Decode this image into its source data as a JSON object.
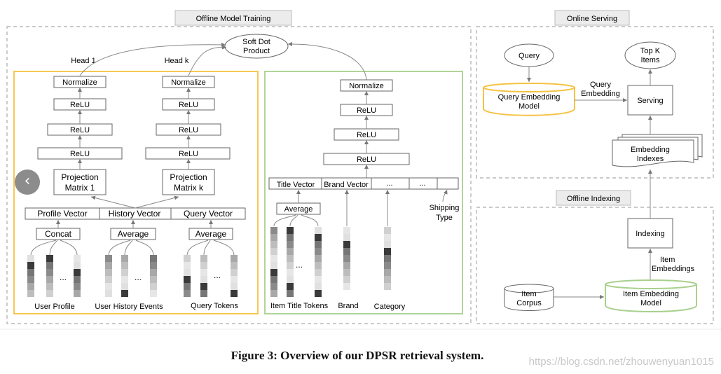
{
  "sections": {
    "offline_training": "Offline Model Training",
    "online_serving": "Online Serving",
    "offline_indexing": "Offline Indexing"
  },
  "top": {
    "soft_dot": [
      "Soft Dot",
      "Product"
    ],
    "head1": "Head 1",
    "headk": "Head k"
  },
  "query_tower": {
    "normalize": "Normalize",
    "relu": "ReLU",
    "proj1": [
      "Projection",
      "Matrix 1"
    ],
    "projk": [
      "Projection",
      "Matrix k"
    ],
    "profile_vector": "Profile Vector",
    "history_vector": "History Vector",
    "query_vector": "Query Vector",
    "concat": "Concat",
    "average": "Average",
    "ellipsis": "...",
    "user_profile": "User Profile",
    "user_history": "User History Events",
    "query_tokens": "Query Tokens"
  },
  "item_tower": {
    "normalize": "Normalize",
    "relu": "ReLU",
    "title_vector": "Title Vector",
    "brand_vector": "Brand Vector",
    "ellipsis": "...",
    "average": "Average",
    "shipping_type": [
      "Shipping",
      "Type"
    ],
    "item_title_tokens": "Item Title Tokens",
    "brand": "Brand",
    "category": "Category"
  },
  "serving": {
    "query": "Query",
    "top_k": [
      "Top K",
      "Items"
    ],
    "query_embedding_model": [
      "Query Embedding",
      "Model"
    ],
    "query_embedding": [
      "Query",
      "Embedding"
    ],
    "serving": "Serving",
    "embedding_indexes": [
      "Embedding",
      "Indexes"
    ]
  },
  "indexing": {
    "indexing": "Indexing",
    "item_embeddings": [
      "Item",
      "Embeddings"
    ],
    "item_corpus": [
      "Item",
      "Corpus"
    ],
    "item_embedding_model": [
      "Item Embedding",
      "Model"
    ]
  },
  "caption": "Figure 3: Overview of our DPSR retrieval system.",
  "watermark": "https://blog.csdn.net/zhouwenyuan1015",
  "nav": {
    "prev_icon": "chevron-left-icon",
    "glyph": "‹"
  },
  "colors": {
    "query_tower_border": "#f5c242",
    "item_tower_border": "#a8d08d"
  }
}
